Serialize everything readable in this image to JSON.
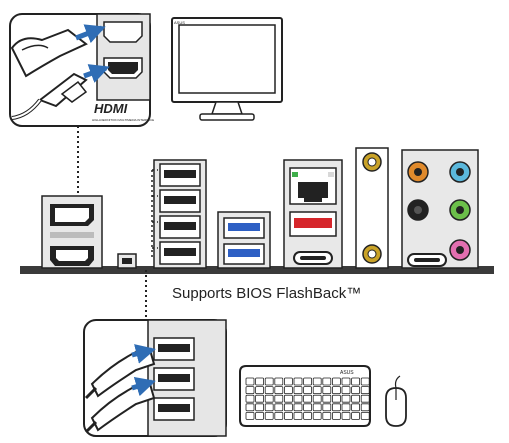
{
  "caption": "Supports BIOS FlashBack™",
  "hdmi_callout": {
    "logo_text": "HDMI",
    "logo_subtext": "HIGH-DEFINITION MULTIMEDIA INTERFACE"
  },
  "monitor": {
    "brand_mark": "ASUS"
  },
  "keyboard": {
    "brand_mark": "ASUS"
  },
  "colors": {
    "outline": "#222222",
    "port_gray": "#d8d8d8",
    "arrow_blue": "#2f6db5",
    "usb3_blue": "#2d5fc4",
    "usb_red": "#d6262b",
    "led_green": "#3fae4a",
    "gold": "#c9a227",
    "audio_orange": "#e08a2c",
    "audio_blue": "#5bb8dc",
    "audio_black": "#222222",
    "audio_green": "#6cbf4a",
    "audio_pink": "#e36fb0"
  }
}
